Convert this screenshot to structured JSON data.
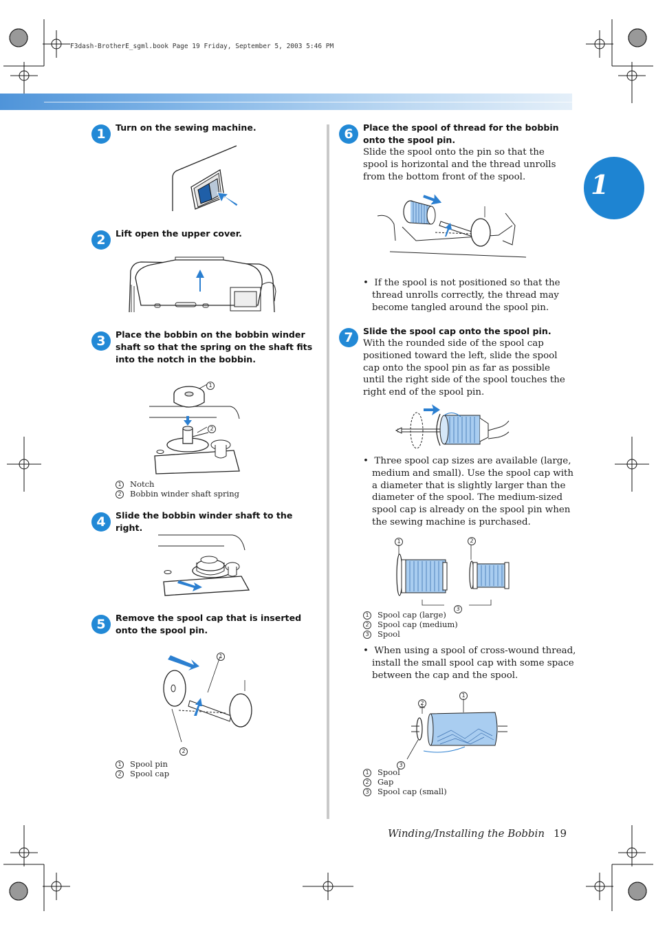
{
  "print_line": "F3dash-BrotherE_sgml.book  Page 19  Friday, September 5, 2003  5:46 PM",
  "chapter_number": "1",
  "steps": [
    {
      "num": "1",
      "title": "Turn on the sewing machine."
    },
    {
      "num": "2",
      "title": "Lift open the upper cover."
    },
    {
      "num": "3",
      "title": "Place the bobbin on the bobbin winder shaft so that the spring on the shaft fits into the notch in the bobbin."
    },
    {
      "num": "4",
      "title": "Slide the bobbin winder shaft to the right."
    },
    {
      "num": "5",
      "title": "Remove the spool cap that is inserted onto the spool pin."
    },
    {
      "num": "6",
      "title": "Place the spool of thread for the bobbin onto the spool pin.",
      "body": "Slide the spool onto the pin so that the spool is horizontal and the thread unrolls from the bottom front of the spool."
    },
    {
      "num": "7",
      "title": "Slide the spool cap onto the spool pin.",
      "body": "With the rounded side of the spool cap positioned toward the left, slide the spool cap onto the spool pin as far as possible until the right side of the spool touches the right end of the spool pin."
    }
  ],
  "legends": {
    "step3": [
      {
        "n": "1",
        "text": "Notch"
      },
      {
        "n": "2",
        "text": "Bobbin winder shaft spring"
      }
    ],
    "step5": [
      {
        "n": "1",
        "text": "Spool pin"
      },
      {
        "n": "2",
        "text": "Spool cap"
      }
    ],
    "spool_sizes": [
      {
        "n": "1",
        "text": "Spool cap (large)"
      },
      {
        "n": "2",
        "text": "Spool cap (medium)"
      },
      {
        "n": "3",
        "text": "Spool"
      }
    ],
    "cross_wound": [
      {
        "n": "1",
        "text": "Spool"
      },
      {
        "n": "2",
        "text": "Gap"
      },
      {
        "n": "3",
        "text": "Spool cap (small)"
      }
    ]
  },
  "notes": {
    "step6": "If the spool is not positioned so that the thread unrolls correctly, the thread may become tangled around the spool pin.",
    "step7_sizes": "Three spool cap sizes are available (large, medium and small). Use the spool cap with a diameter that is slightly larger than the diameter of the spool. The medium-sized spool cap is already on the spool pin when the sewing machine is purchased.",
    "step7_crosswound": "When using a spool of cross-wound thread, install the small spool cap with some space between the cap and the spool."
  },
  "bullet_char": "•",
  "callouts": {
    "one": "1",
    "two": "2",
    "three": "3"
  },
  "footer": {
    "section_title": "Winding/Installing the Bobbin",
    "page_number": "19"
  },
  "colors": {
    "accent": "#2289d6",
    "band_start": "#4f94d9",
    "thread_blue": "#a9cdf0",
    "arrow_blue": "#2b7fd0"
  }
}
